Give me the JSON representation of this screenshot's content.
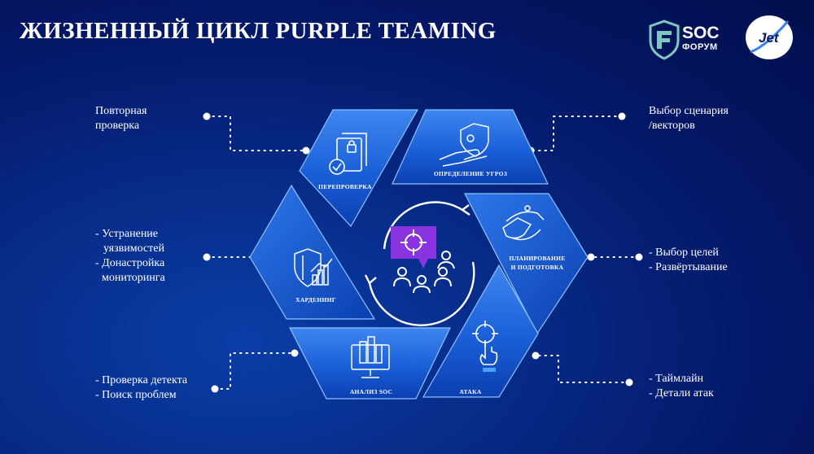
{
  "header": {
    "title": "ЖИЗНЕННЫЙ ЦИКЛ PURPLE TEAMING",
    "soc_logo_text": "SOC",
    "soc_logo_subtext": "ФОРУМ",
    "jet_logo_text": "Jet"
  },
  "cycle": {
    "segments": [
      {
        "id": "reverification",
        "label": "ПЕРЕПРОВЕРКА",
        "icon": "checklist-document-icon"
      },
      {
        "id": "threat-definition",
        "label": "ОПРЕДЕЛЕНИЕ УГРОЗ",
        "icon": "hand-shield-icon"
      },
      {
        "id": "planning",
        "label_line1": "ПЛАНИРОВАНИЕ",
        "label_line2": "И ПОДГОТОВКА",
        "icon": "handshake-icon"
      },
      {
        "id": "attack",
        "label": "АТАКА",
        "icon": "target-click-icon"
      },
      {
        "id": "soc-analysis",
        "label": "АНАЛИЗ SOC",
        "icon": "monitor-buildings-icon"
      },
      {
        "id": "hardening",
        "label": "ХАРДЕНИНГ",
        "icon": "shield-chart-icon"
      }
    ],
    "center_icon": "team-target-icon"
  },
  "callouts": {
    "top_left": {
      "lines": [
        "Повторная",
        "проверка"
      ]
    },
    "top_right": {
      "lines": [
        "Выбор сценария",
        "/векторов"
      ]
    },
    "middle_left": {
      "items": [
        "- Устранение",
        "уязвимостей",
        "- Донастройка",
        "мониторинга"
      ]
    },
    "middle_right": {
      "items": [
        "- Выбор целей",
        "- Развёртывание"
      ]
    },
    "bottom_left": {
      "items": [
        "- Проверка детекта",
        "- Поиск проблем"
      ]
    },
    "bottom_right": {
      "items": [
        "- Таймлайн",
        "- Детали атак"
      ]
    }
  },
  "colors": {
    "background": "#041868",
    "segment_fill": "#1a5fd8",
    "center_purple": "#7b2fd6"
  }
}
